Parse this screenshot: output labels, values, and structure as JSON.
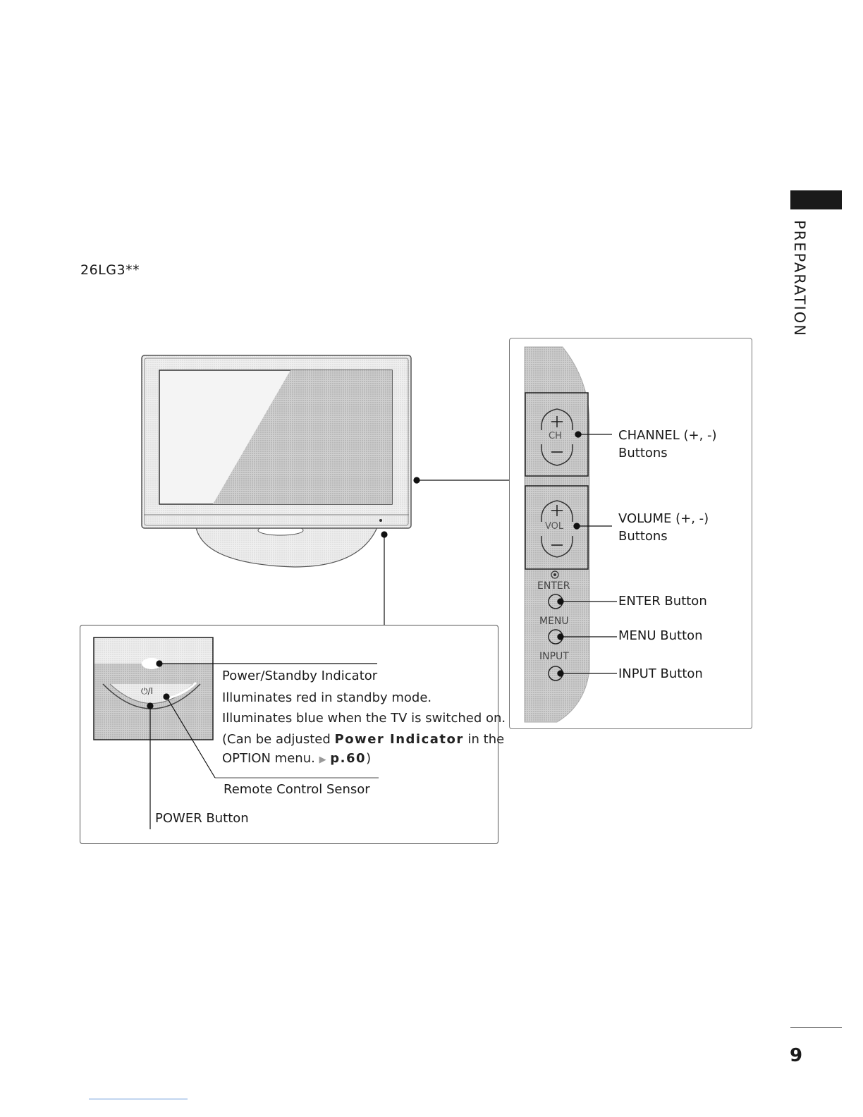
{
  "page": {
    "model": "26LG3**",
    "section_tab": "PREPARATION",
    "page_number": "9"
  },
  "tv_panel": {
    "channel_label": "CHANNEL (+, -)",
    "channel_sub": "Buttons",
    "volume_label": "VOLUME (+, -)",
    "volume_sub": "Buttons",
    "enter_label": "ENTER Button",
    "menu_label": "MENU Button",
    "input_label": "INPUT Button",
    "button_ch": "CH",
    "button_vol": "VOL",
    "button_enter": "ENTER",
    "button_menu": "MENU",
    "button_input": "INPUT"
  },
  "front_panel": {
    "power_symbol": "⏻/I",
    "indicator_title": "Power/Standby Indicator",
    "indicator_line1": "Illuminates red in standby mode.",
    "indicator_line2": "Illuminates blue when the TV is switched on.",
    "indicator_line3_pre": "(Can be adjusted ",
    "indicator_line3_bold": "Power Indicator",
    "indicator_line3_post": " in the",
    "indicator_line4_pre": "OPTION menu. ",
    "indicator_arrow": "▶",
    "indicator_page": "p.60",
    "indicator_line4_post": ")",
    "sensor_label": "Remote Control Sensor",
    "power_label": "POWER Button"
  },
  "colors": {
    "panel_gray": "#c9c9c9",
    "frame_gray": "#e4e4e4",
    "dark": "#1a1a1a"
  }
}
